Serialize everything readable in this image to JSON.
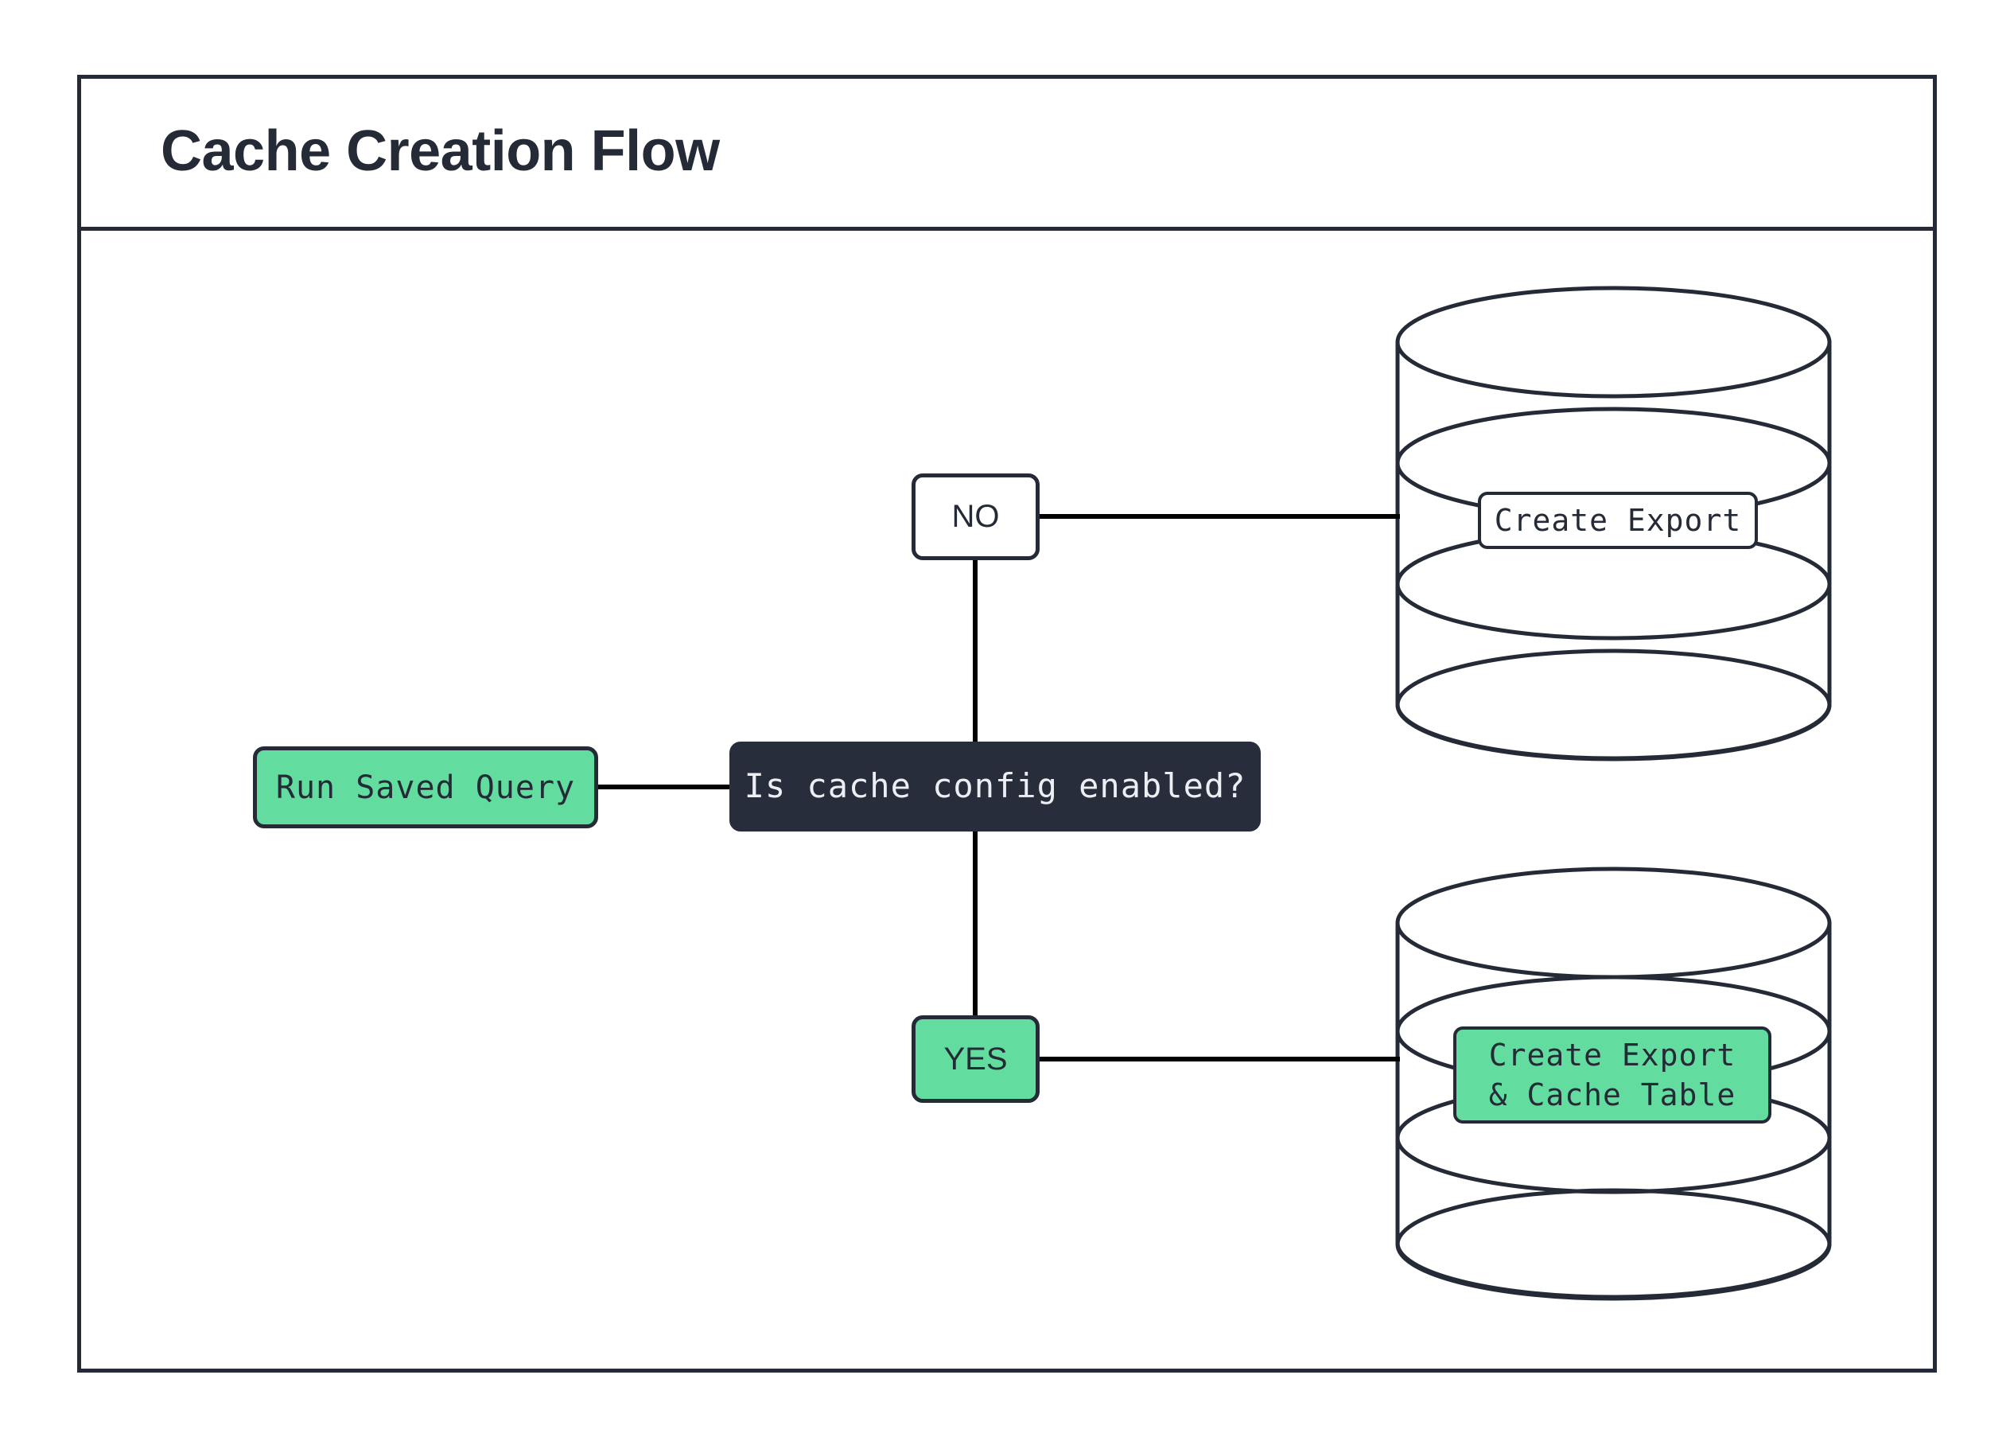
{
  "diagram": {
    "title": "Cache Creation Flow",
    "type": "flowchart",
    "colors": {
      "stroke": "#252a37",
      "dark_node_fill": "#282d3c",
      "dark_node_text": "#eceef3",
      "green_fill": "#62dd9f",
      "white_fill": "#ffffff",
      "edge": "#000000"
    },
    "nodes": [
      {
        "id": "run-saved-query",
        "label": "Run Saved Query",
        "shape": "rounded-rect",
        "fill": "green"
      },
      {
        "id": "decision",
        "label": "Is cache config enabled?",
        "shape": "rounded-rect",
        "fill": "dark"
      },
      {
        "id": "db-top",
        "label": "Create Export",
        "shape": "cylinder-stack",
        "fill": "white"
      },
      {
        "id": "db-bottom",
        "label": "Create Export\n& Cache Table",
        "label_line1": "Create Export",
        "label_line2": "& Cache Table",
        "shape": "cylinder-stack",
        "fill": "green"
      }
    ],
    "edge_labels": [
      {
        "id": "no",
        "label": "NO",
        "fill": "white"
      },
      {
        "id": "yes",
        "label": "YES",
        "fill": "green"
      }
    ],
    "edges": [
      {
        "from": "run-saved-query",
        "to": "decision",
        "label": ""
      },
      {
        "from": "decision",
        "to": "db-top",
        "label": "NO"
      },
      {
        "from": "decision",
        "to": "db-bottom",
        "label": "YES"
      }
    ]
  }
}
